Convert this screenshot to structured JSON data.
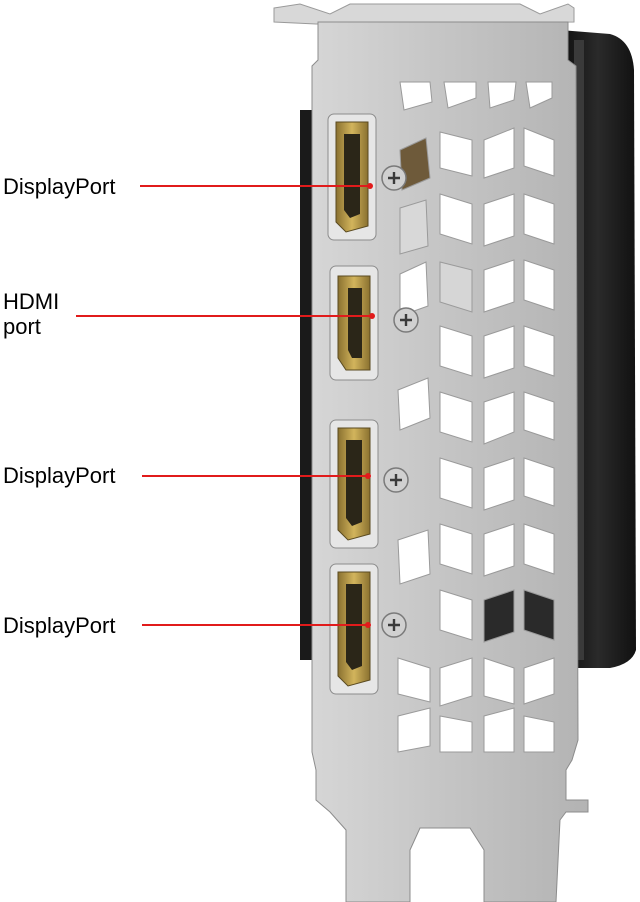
{
  "labels": {
    "displayport_1": "DisplayPort",
    "hdmi": "HDMI\nport",
    "displayport_2": "DisplayPort",
    "displayport_3": "DisplayPort"
  },
  "colors": {
    "leader_line": "#e11b1b",
    "bracket_metal": "#c9c9c9",
    "bracket_shadow": "#8e8e8e",
    "heatsink_shroud": "#1d1d1d",
    "port_gold": "#b89a47",
    "port_dark": "#2b2618"
  },
  "icons": {
    "screw": "phillips-screw-icon"
  }
}
